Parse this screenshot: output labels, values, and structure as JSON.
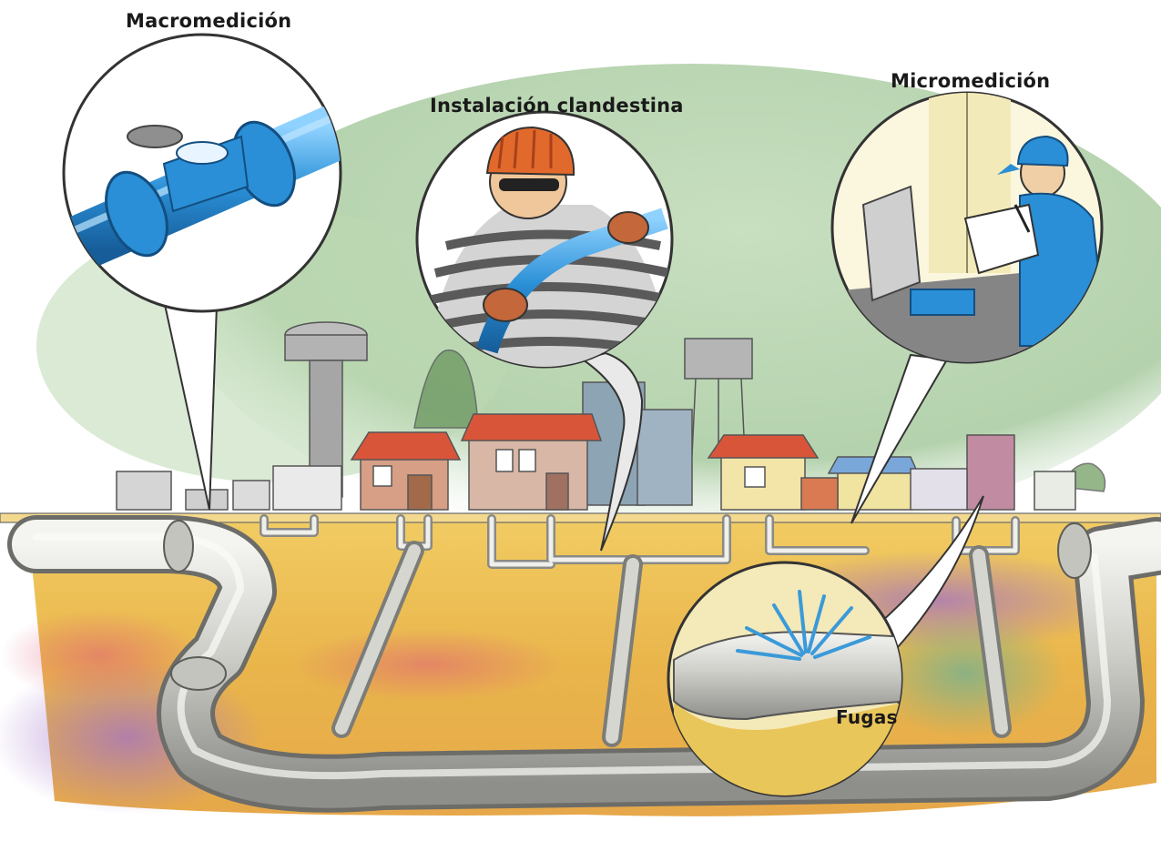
{
  "labels": {
    "macromedicion": "Macromedición",
    "instalacion_clandestina": "Instalación clandestina",
    "micromedicion": "Micromedición",
    "fugas": "Fugas"
  },
  "colors": {
    "sky_green": "#b9d6b0",
    "ground_ochre": "#e8b64a",
    "pipe_grey": "#c9c9c4",
    "meter_blue": "#2a8fd6",
    "roof_red": "#d9553a",
    "leak_blue": "#3a9ad9",
    "stain_purple": "#a070c8"
  }
}
